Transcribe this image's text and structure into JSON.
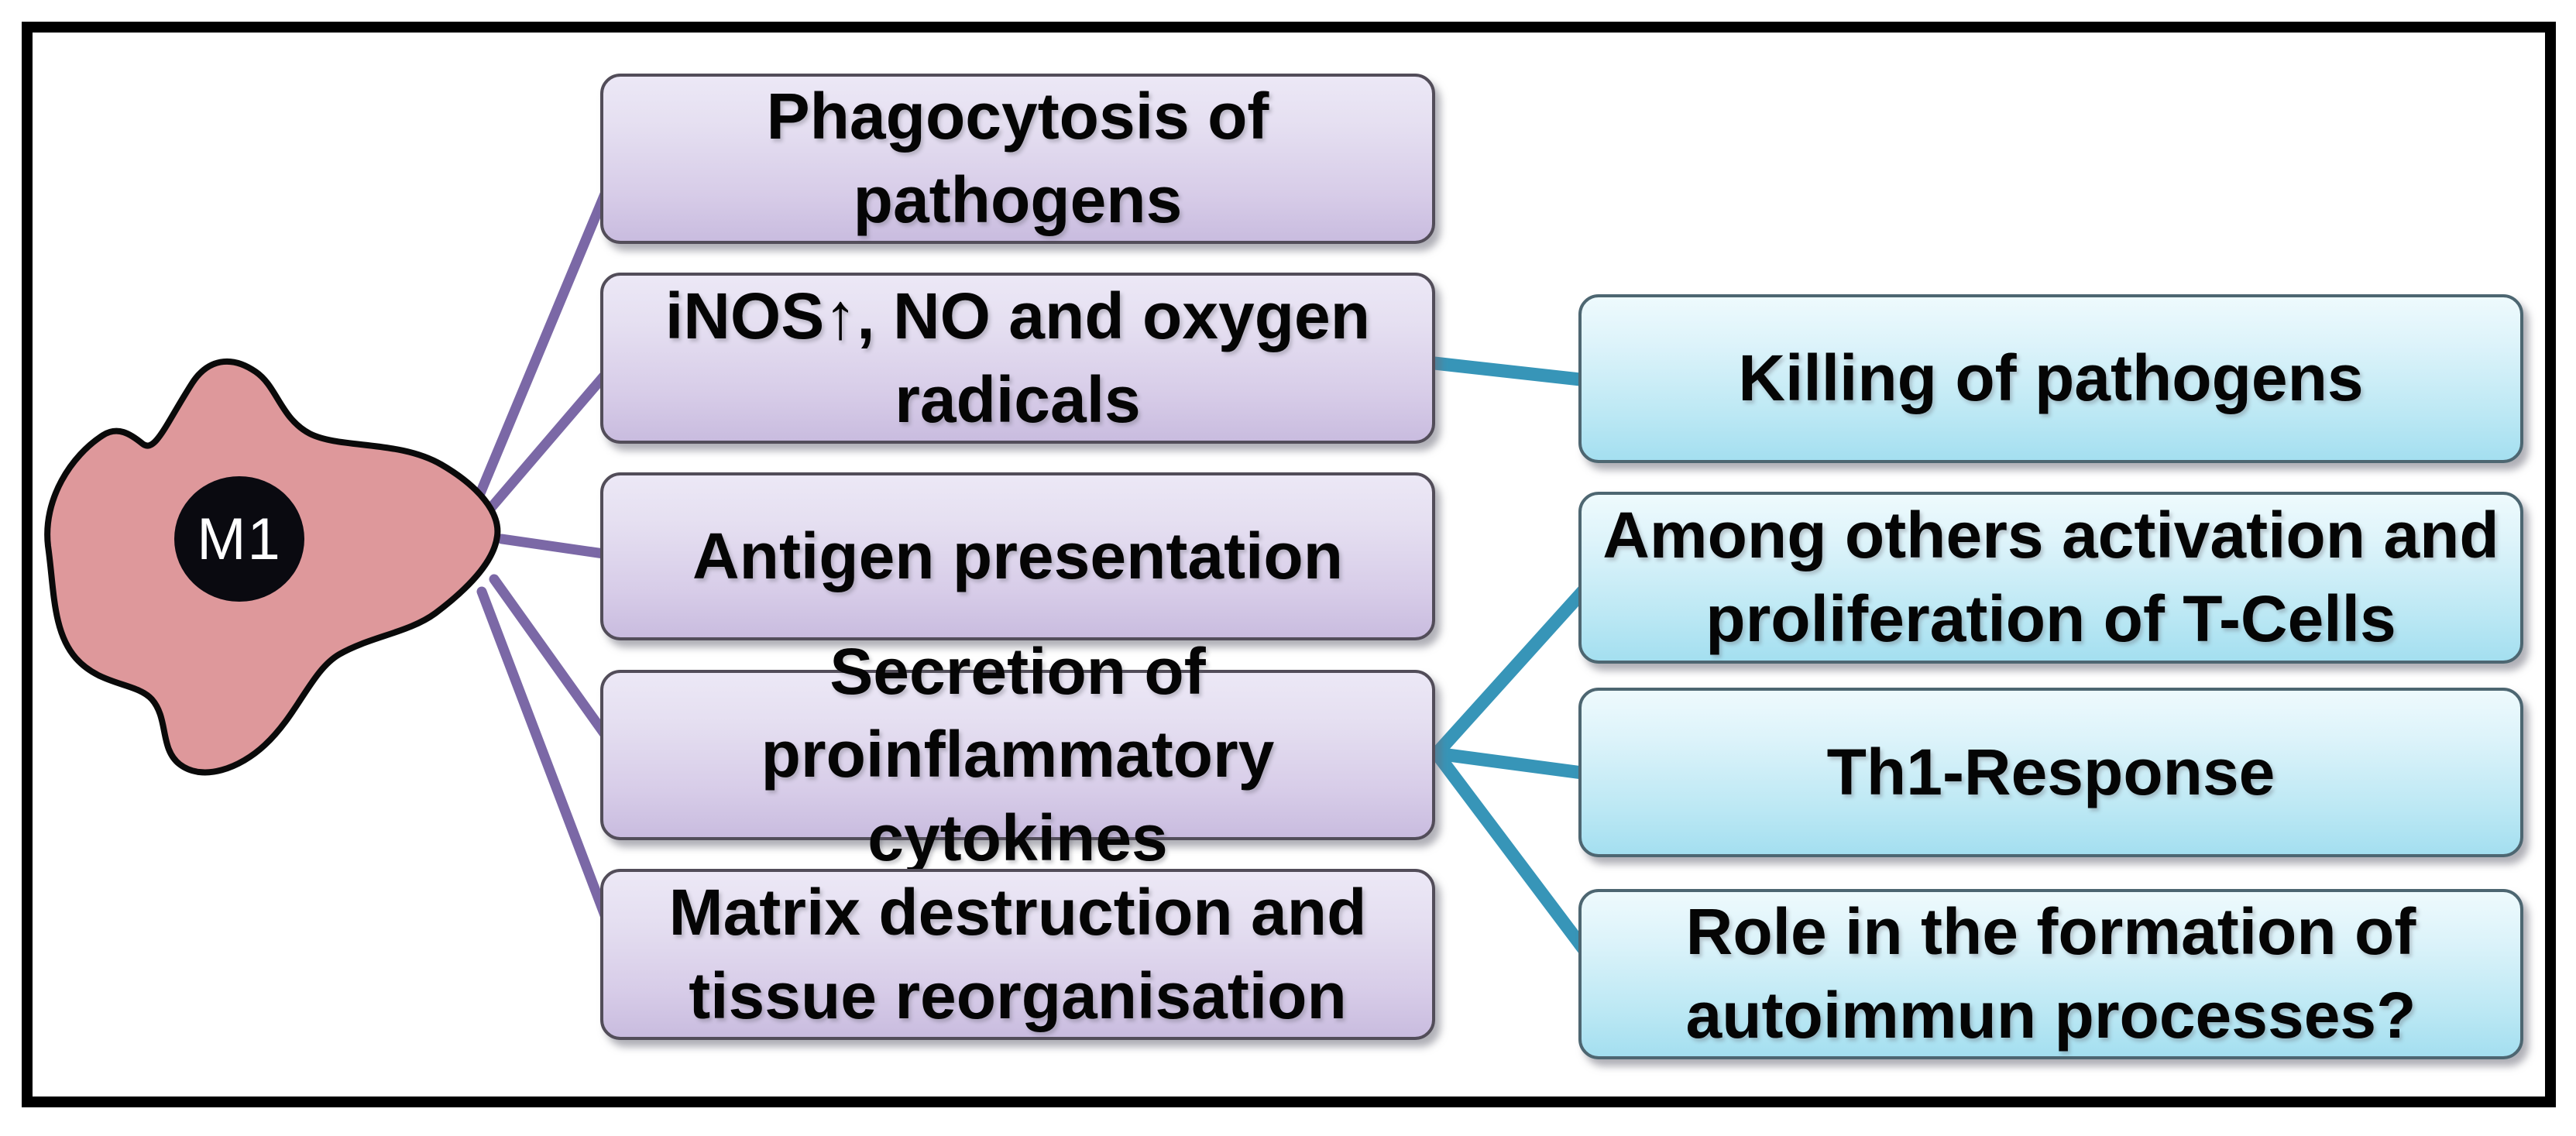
{
  "diagram": {
    "title_context": "M1 macrophage functions diagram",
    "cell": {
      "label": "M1",
      "body_color": "#de989b",
      "nucleus_color": "#0a0a10",
      "outline_color": "#0a0a0a"
    },
    "functions": [
      {
        "id": "phagocytosis",
        "label": "Phagocytosis of pathogens"
      },
      {
        "id": "inos",
        "label": "iNOS↑, NO and oxygen\nradicals"
      },
      {
        "id": "antigen",
        "label": "Antigen presentation"
      },
      {
        "id": "secretion",
        "label": "Secretion of\nproinflammatory cytokines"
      },
      {
        "id": "matrix",
        "label": "Matrix destruction and\ntissue reorganisation"
      }
    ],
    "outcomes": [
      {
        "id": "killing",
        "label": "Killing of pathogens"
      },
      {
        "id": "tcells",
        "label": "Among others activation and\nproliferation of T-Cells"
      },
      {
        "id": "th1",
        "label": "Th1-Response"
      },
      {
        "id": "autoimmune",
        "label": "Role in the formation of\nautoimmun processes?"
      }
    ],
    "connections": [
      {
        "from": "M1",
        "to": "phagocytosis"
      },
      {
        "from": "M1",
        "to": "inos"
      },
      {
        "from": "M1",
        "to": "antigen"
      },
      {
        "from": "M1",
        "to": "secretion"
      },
      {
        "from": "M1",
        "to": "matrix"
      },
      {
        "from": "inos",
        "to": "killing"
      },
      {
        "from": "secretion",
        "to": "tcells"
      },
      {
        "from": "secretion",
        "to": "th1"
      },
      {
        "from": "secretion",
        "to": "autoimmune"
      }
    ],
    "colors": {
      "function_connector": "#7b68a6",
      "outcome_connector": "#3795b8",
      "function_box_top": "#ece8f6",
      "function_box_bottom": "#c9bcdf",
      "outcome_box_top": "#eefafd",
      "outcome_box_bottom": "#a4dff0",
      "frame": "#000000",
      "background": "#ffffff"
    }
  }
}
